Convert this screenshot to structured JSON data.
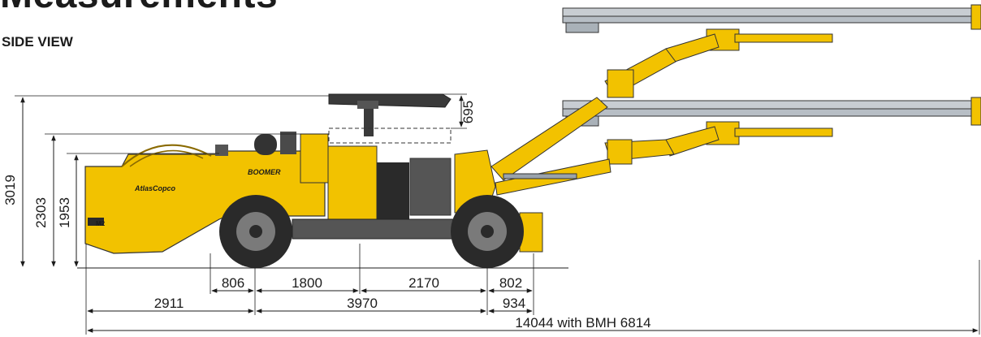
{
  "header": {
    "title": "Measurements",
    "view_label": "SIDE VIEW"
  },
  "colors": {
    "machine_yellow": "#f2c200",
    "machine_shade": "#d9a400",
    "steel": "#9aa3ab",
    "dark": "#2a2a2a",
    "line": "#1b1b1b"
  },
  "vertical_dimensions": {
    "total_height": "3019",
    "cab_height": "2303",
    "body_height": "1953",
    "canopy_raise": "695"
  },
  "horizontal_dimensions": {
    "rear_overhang": "806",
    "mid_front": "1800",
    "mid_rear": "2170",
    "front_overhang": "802",
    "rear_to_axle": "2911",
    "wheelbase": "3970",
    "front_to_axle": "934",
    "overall_length": "14044 with BMH 6814"
  },
  "machine_labels": {
    "model": "BOOMER",
    "brand": "AtlasCopco",
    "badge": "M2"
  }
}
